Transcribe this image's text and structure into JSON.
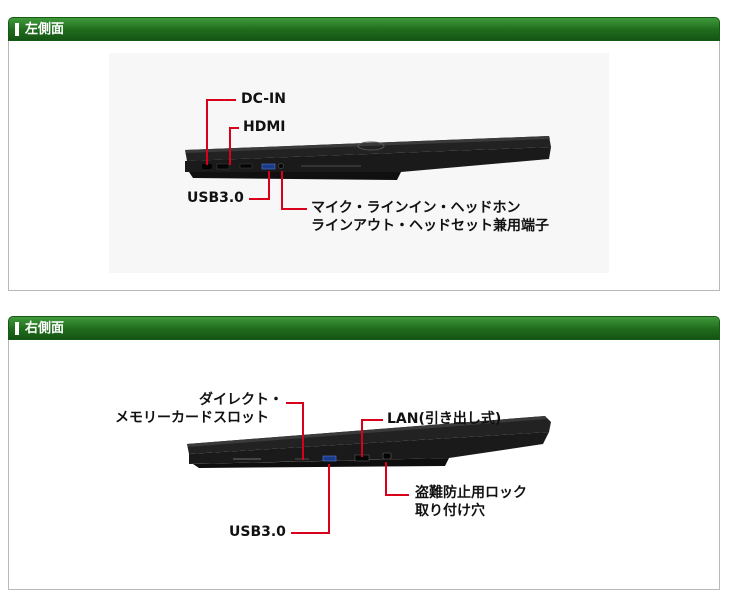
{
  "left_side": {
    "title": "左側面",
    "labels": {
      "dc_in": "DC-IN",
      "hdmi": "HDMI",
      "usb": "USB3.0",
      "audio_line1": "マイク・ラインイン・ヘッドホン",
      "audio_line2": "ラインアウト・ヘッドセット兼用端子"
    }
  },
  "right_side": {
    "title": "右側面",
    "labels": {
      "card_line1": "ダイレクト・",
      "card_line2": "メモリーカードスロット",
      "lan": "LAN(引き出し式)",
      "usb": "USB3.0",
      "lock_line1": "盗難防止用ロック",
      "lock_line2": "取り付け穴"
    }
  },
  "colors": {
    "header_green": "#1f6b1c",
    "callout_red": "#d9001b",
    "laptop_body": "#1c1c1c"
  }
}
